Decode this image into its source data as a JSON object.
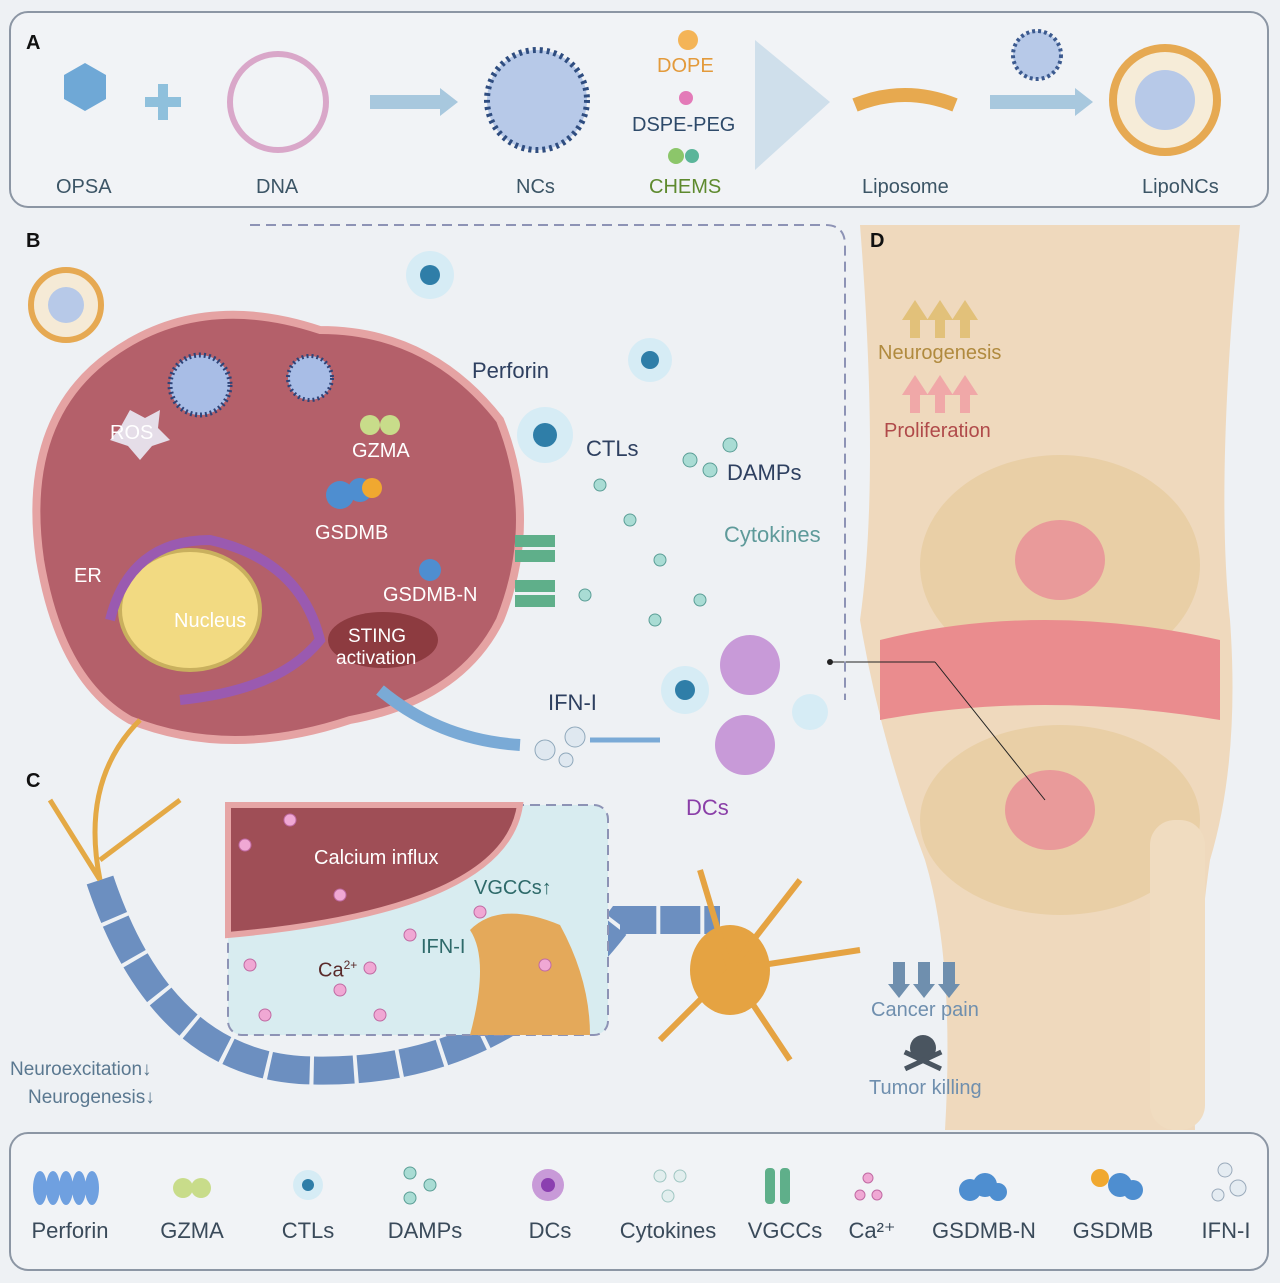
{
  "panels": {
    "a": "A",
    "b": "B",
    "c": "C",
    "d": "D"
  },
  "panel_a": {
    "opsa": "OPSA",
    "dna": "DNA",
    "ncs": "NCs",
    "dope": "DOPE",
    "dspe": "DSPE-PEG",
    "chems": "CHEMS",
    "liposome": "Liposome",
    "liponcs": "LipoNCs"
  },
  "panel_b": {
    "ros": "ROS",
    "er": "ER",
    "nucleus": "Nucleus",
    "gzma": "GZMA",
    "gsdmb": "GSDMB",
    "gsdmbn": "GSDMB-N",
    "perforin": "Perforin",
    "ctls": "CTLs",
    "damps": "DAMPs",
    "cytokines": "Cytokines",
    "sting1": "STING",
    "sting2": "activation",
    "ifn": "IFN-I",
    "dcs": "DCs"
  },
  "panel_c": {
    "calcium": "Calcium influx",
    "vgccs": "VGCCs↑",
    "ifn": "IFN-I",
    "ca": "Ca",
    "ca_sup": "2+",
    "neuroexc": "Neuroexcitation↓",
    "neurogen": "Neurogenesis↓"
  },
  "panel_d": {
    "neurogenesis": "Neurogenesis",
    "proliferation": "Proliferation",
    "pain": "Cancer pain",
    "killing": "Tumor killing"
  },
  "legend": [
    "Perforin",
    "GZMA",
    "CTLs",
    "DAMPs",
    "DCs",
    "Cytokines",
    "VGCCs",
    "Ca²⁺",
    "GSDMB-N",
    "GSDMB",
    "IFN-I"
  ]
}
